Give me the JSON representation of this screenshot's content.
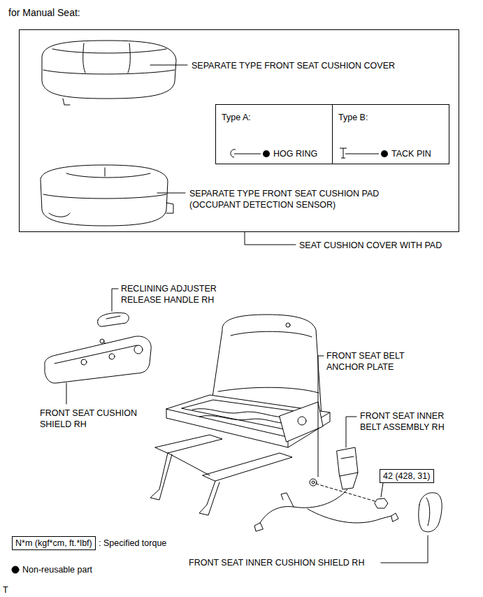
{
  "diagram": {
    "title": "for Manual Seat:",
    "nodes": [
      {
        "text": [
          "SEPARATE TYPE FRONT SEAT CUSHION COVER",
          "SEPARATE TYPE FRONT SEAT CUSHION PAD (OCCUPANT DETECTION SENSOR)"
        ]
      },
      {
        "text": [
          "Type A:",
          "HOG RING"
        ],
        "in": 0
      },
      {
        "text": [
          "Type B:",
          "TACK PIN"
        ],
        "in": 0
      },
      {
        "text": [
          "42 (428, 31)"
        ]
      },
      {
        "text": [
          "N*m (kgf*cm, ft.*lbf)"
        ]
      }
    ],
    "edges": [],
    "labels": [
      "SEAT CUSHION COVER WITH PAD",
      "RECLINING ADJUSTER RELEASE HANDLE RH",
      "FRONT SEAT CUSHION SHIELD RH",
      "FRONT SEAT BELT ANCHOR PLATE",
      "FRONT SEAT INNER BELT ASSEMBLY RH",
      "FRONT SEAT INNER CUSHION SHIELD RH",
      ": Specified torque",
      "T"
    ],
    "legend": [
      {
        "text": "Non-reusable part"
      }
    ]
  }
}
